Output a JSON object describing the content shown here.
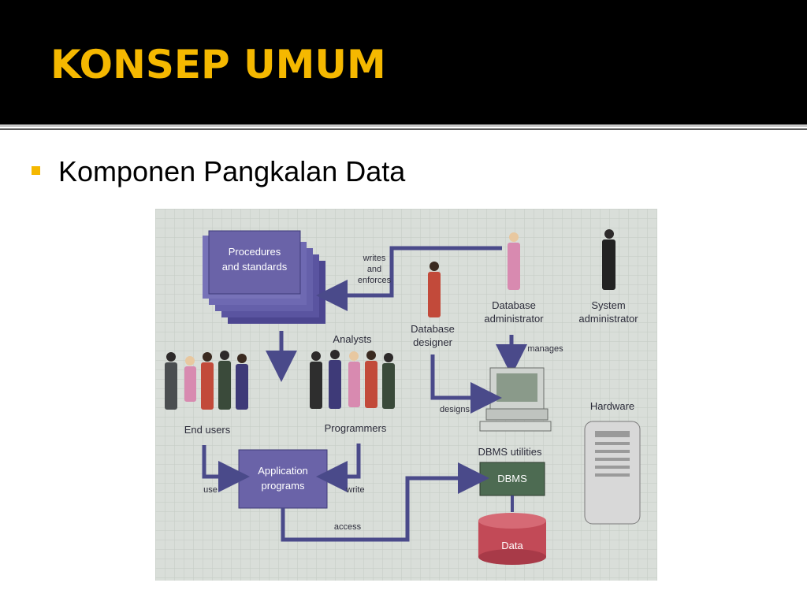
{
  "slide": {
    "title": "KONSEP UMUM",
    "bullet": "Komponen Pangkalan Data"
  },
  "diagram": {
    "procedures": [
      "Procedures",
      "and standards"
    ],
    "app_programs": [
      "Application",
      "programs"
    ],
    "dbms": "DBMS",
    "data": "Data",
    "dbms_utilities": "DBMS utilities",
    "hardware": "Hardware",
    "end_users": "End users",
    "analysts": "Analysts",
    "programmers": "Programmers",
    "db_designer": [
      "Database",
      "designer"
    ],
    "db_admin": [
      "Database",
      "administrator"
    ],
    "sys_admin": [
      "System",
      "administrator"
    ],
    "writes_enforces": [
      "writes",
      "and",
      "enforces"
    ],
    "manages": "manages",
    "designs": "designs",
    "use": "use",
    "write": "write",
    "access": "access"
  },
  "colors": {
    "title": "#f5b800",
    "bullet": "#f5b800",
    "title_bar": "#000000",
    "box_purple": "#6a63a8",
    "arrow": "#4a4a8a",
    "dbms_box": "#4d6b52",
    "data_cylinder": "#c24a57",
    "background_grid": "#d8ddd8"
  }
}
